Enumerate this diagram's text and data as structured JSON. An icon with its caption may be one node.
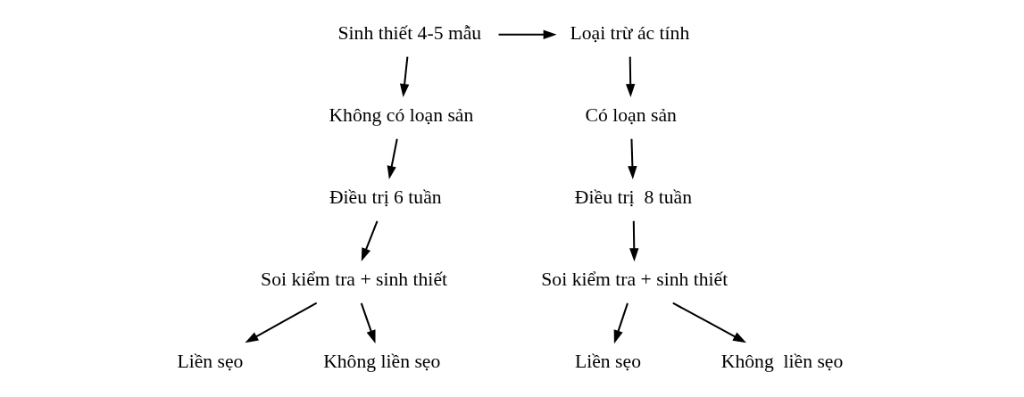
{
  "diagram": {
    "nodes": [
      {
        "text": [
          "Sinh thiết 4-5 mẫu"
        ]
      },
      {
        "text": [
          "Loại trừ ác tính"
        ]
      },
      {
        "text": [
          "Không có loạn sản"
        ]
      },
      {
        "text": [
          "Có loạn sản"
        ]
      },
      {
        "text": [
          "Điều trị 6 tuần"
        ]
      },
      {
        "text": [
          "Điều trị  8 tuần"
        ]
      },
      {
        "text": [
          "Soi kiểm tra + sinh thiết"
        ]
      },
      {
        "text": [
          "Soi kiểm tra + sinh thiết"
        ]
      },
      {
        "text": [
          "Liền sẹo"
        ]
      },
      {
        "text": [
          "Không liền sẹo"
        ]
      },
      {
        "text": [
          "Liền sẹo"
        ]
      },
      {
        "text": [
          "Không  liền sẹo"
        ]
      }
    ],
    "edges": [
      {
        "from": 0,
        "to": 1,
        "arrow": "to"
      },
      {
        "from": 0,
        "to": 2,
        "arrow": "to"
      },
      {
        "from": 1,
        "to": 3,
        "arrow": "to"
      },
      {
        "from": 2,
        "to": 4,
        "arrow": "to"
      },
      {
        "from": 3,
        "to": 5,
        "arrow": "to"
      },
      {
        "from": 4,
        "to": 6,
        "arrow": "to"
      },
      {
        "from": 5,
        "to": 7,
        "arrow": "to"
      },
      {
        "from": 6,
        "to": 8,
        "arrow": "to"
      },
      {
        "from": 6,
        "to": 9,
        "arrow": "to"
      },
      {
        "from": 7,
        "to": 10,
        "arrow": "to"
      },
      {
        "from": 7,
        "to": 11,
        "arrow": "to"
      }
    ]
  }
}
